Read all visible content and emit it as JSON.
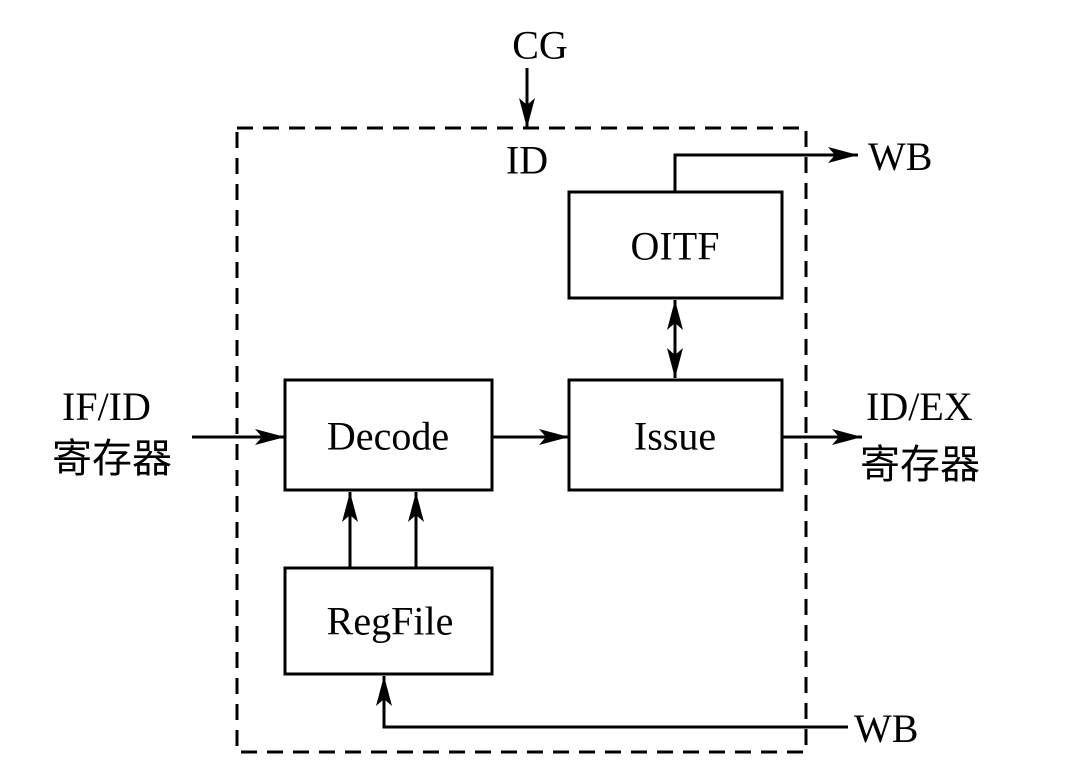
{
  "diagram": {
    "external": {
      "cg": "CG",
      "wb_top": "WB",
      "wb_bottom": "WB",
      "input_line1": "IF/ID",
      "input_line2": "寄存器",
      "output_line1": "ID/EX",
      "output_line2": "寄存器"
    },
    "stage": {
      "label": "ID"
    },
    "blocks": {
      "oitf": "OITF",
      "decode": "Decode",
      "issue": "Issue",
      "regfile": "RegFile"
    }
  }
}
